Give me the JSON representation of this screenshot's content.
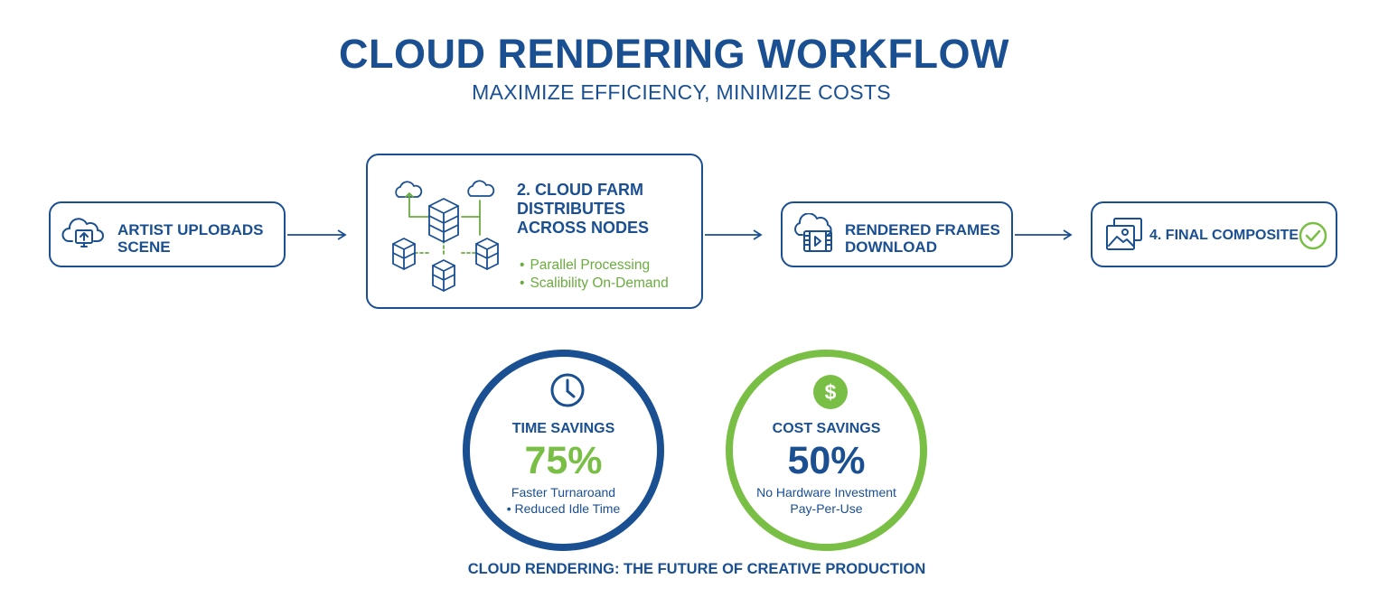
{
  "header": {
    "title": "CLOUD RENDERING WORKFLOW",
    "subtitle": "MAXIMIZE EFFICIENCY, MINIMIZE COSTS"
  },
  "steps": [
    {
      "label": "ARTIST UPLOBADS\nSCENE",
      "icon": "cloud-upload-monitor-icon"
    },
    {
      "label": "2. CLOUD FARM\nDISTRIBUTES\nACROSS NODES",
      "icon": "server-nodes-network-icon",
      "bullets": [
        "Parallel Processing",
        "Scalibility On-Demand"
      ]
    },
    {
      "label": "RENDERED FRAMES\nDOWNLOAD",
      "icon": "cloud-film-download-icon"
    },
    {
      "label": "4. FINAL COMPOSITE",
      "icon": "image-stack-icon",
      "status_icon": "check-circle-icon"
    }
  ],
  "metrics": [
    {
      "title": "TIME SAVINGS",
      "value": "75%",
      "line1": "Faster Turnaroand",
      "line2": "• Reduced Idle Time",
      "icon": "clock-icon"
    },
    {
      "title": "COST SAVINGS",
      "value": "50%",
      "line1": "No Hardware Investment",
      "line2": "Pay-Per-Use",
      "icon": "dollar-icon"
    }
  ],
  "footer": "CLOUD RENDERING: THE FUTURE OF CREATIVE PRODUCTION",
  "colors": {
    "primary": "#1a4f92",
    "accent": "#7abf45"
  }
}
